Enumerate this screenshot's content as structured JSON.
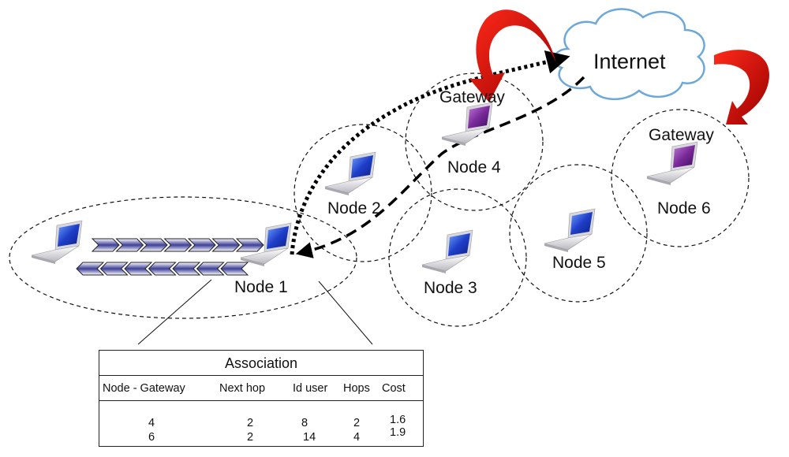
{
  "cloud": {
    "label": "Internet"
  },
  "nodes": [
    {
      "id": 1,
      "label": "Node 1",
      "role": "",
      "screen": "blue"
    },
    {
      "id": 2,
      "label": "Node 2",
      "role": "",
      "screen": "blue"
    },
    {
      "id": 3,
      "label": "Node 3",
      "role": "",
      "screen": "blue"
    },
    {
      "id": 4,
      "label": "Node 4",
      "role": "Gateway",
      "screen": "purple"
    },
    {
      "id": 5,
      "label": "Node 5",
      "role": "",
      "screen": "blue"
    },
    {
      "id": 6,
      "label": "Node 6",
      "role": "Gateway",
      "screen": "purple"
    }
  ],
  "user_device": {
    "screen": "blue"
  },
  "colors": {
    "blue_screen": "#2a3fbf",
    "purple_screen": "#7a2a9a",
    "arrow_red": "#d40d0d",
    "cloud_outline": "#6ea8d8",
    "chevron_fill": "#3d3f98"
  },
  "association_table": {
    "title": "Association",
    "columns": [
      "Node - Gateway",
      "Next hop",
      "Id user",
      "Hops",
      "Cost"
    ],
    "rows": [
      [
        "4",
        "2",
        "8",
        "2",
        "1.6"
      ],
      [
        "6",
        "2",
        "14",
        "4",
        "1.9"
      ]
    ]
  }
}
